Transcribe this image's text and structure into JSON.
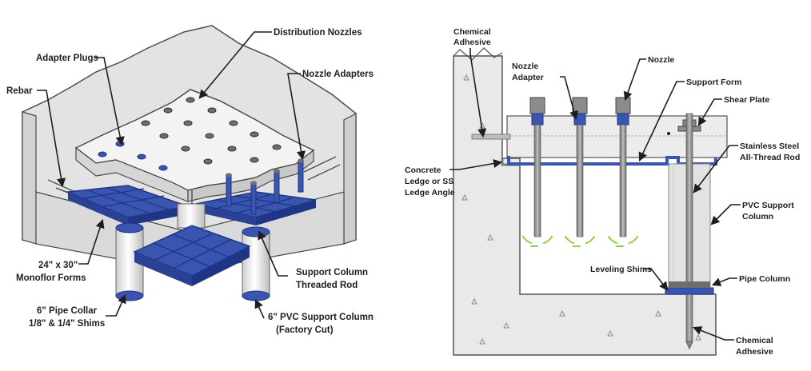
{
  "left_figure": {
    "labels": {
      "distribution_nozzles": "Distribution Nozzles",
      "adapter_plugs": "Adapter Plugs",
      "nozzle_adapters": "Nozzle Adapters",
      "rebar": "Rebar",
      "forms_line1": "24\" x 30\"",
      "forms_line2": "Monoflor Forms",
      "threaded_rod_line1": "Support Column",
      "threaded_rod_line2": "Threaded Rod",
      "pipe_collar_line1": "6\" Pipe Collar",
      "pipe_collar_line2": "1/8\" & 1/4\" Shims",
      "pvc_column_line1": "6\" PVC Support Column",
      "pvc_column_line2": "(Factory Cut)"
    }
  },
  "right_figure": {
    "labels": {
      "chemical_adhesive_top_line1": "Chemical",
      "chemical_adhesive_top_line2": "Adhesive",
      "nozzle_adapter_line1": "Nozzle",
      "nozzle_adapter_line2": "Adapter",
      "nozzle": "Nozzle",
      "support_form": "Support Form",
      "shear_plate": "Shear Plate",
      "all_thread_line1": "Stainless Steel",
      "all_thread_line2": "All-Thread Rod",
      "ledge_line1": "Concrete",
      "ledge_line2": "Ledge or SS",
      "ledge_line3": "Ledge Angle",
      "pvc_support_line1": "PVC Support",
      "pvc_support_line2": "Column",
      "leveling_shims": "Leveling Shims",
      "pipe_column": "Pipe Column",
      "chemical_adhesive_bottom_line1": "Chemical",
      "chemical_adhesive_bottom_line2": "Adhesive"
    }
  },
  "colors": {
    "form_blue": "#3a55b0",
    "form_blue_dark": "#1f3585",
    "concrete": "#e9e9e9",
    "concrete_edge": "#555555",
    "pvc": "#e6e6e6",
    "nozzle_green": "#8fce3f",
    "steel": "#8c8c8c"
  }
}
